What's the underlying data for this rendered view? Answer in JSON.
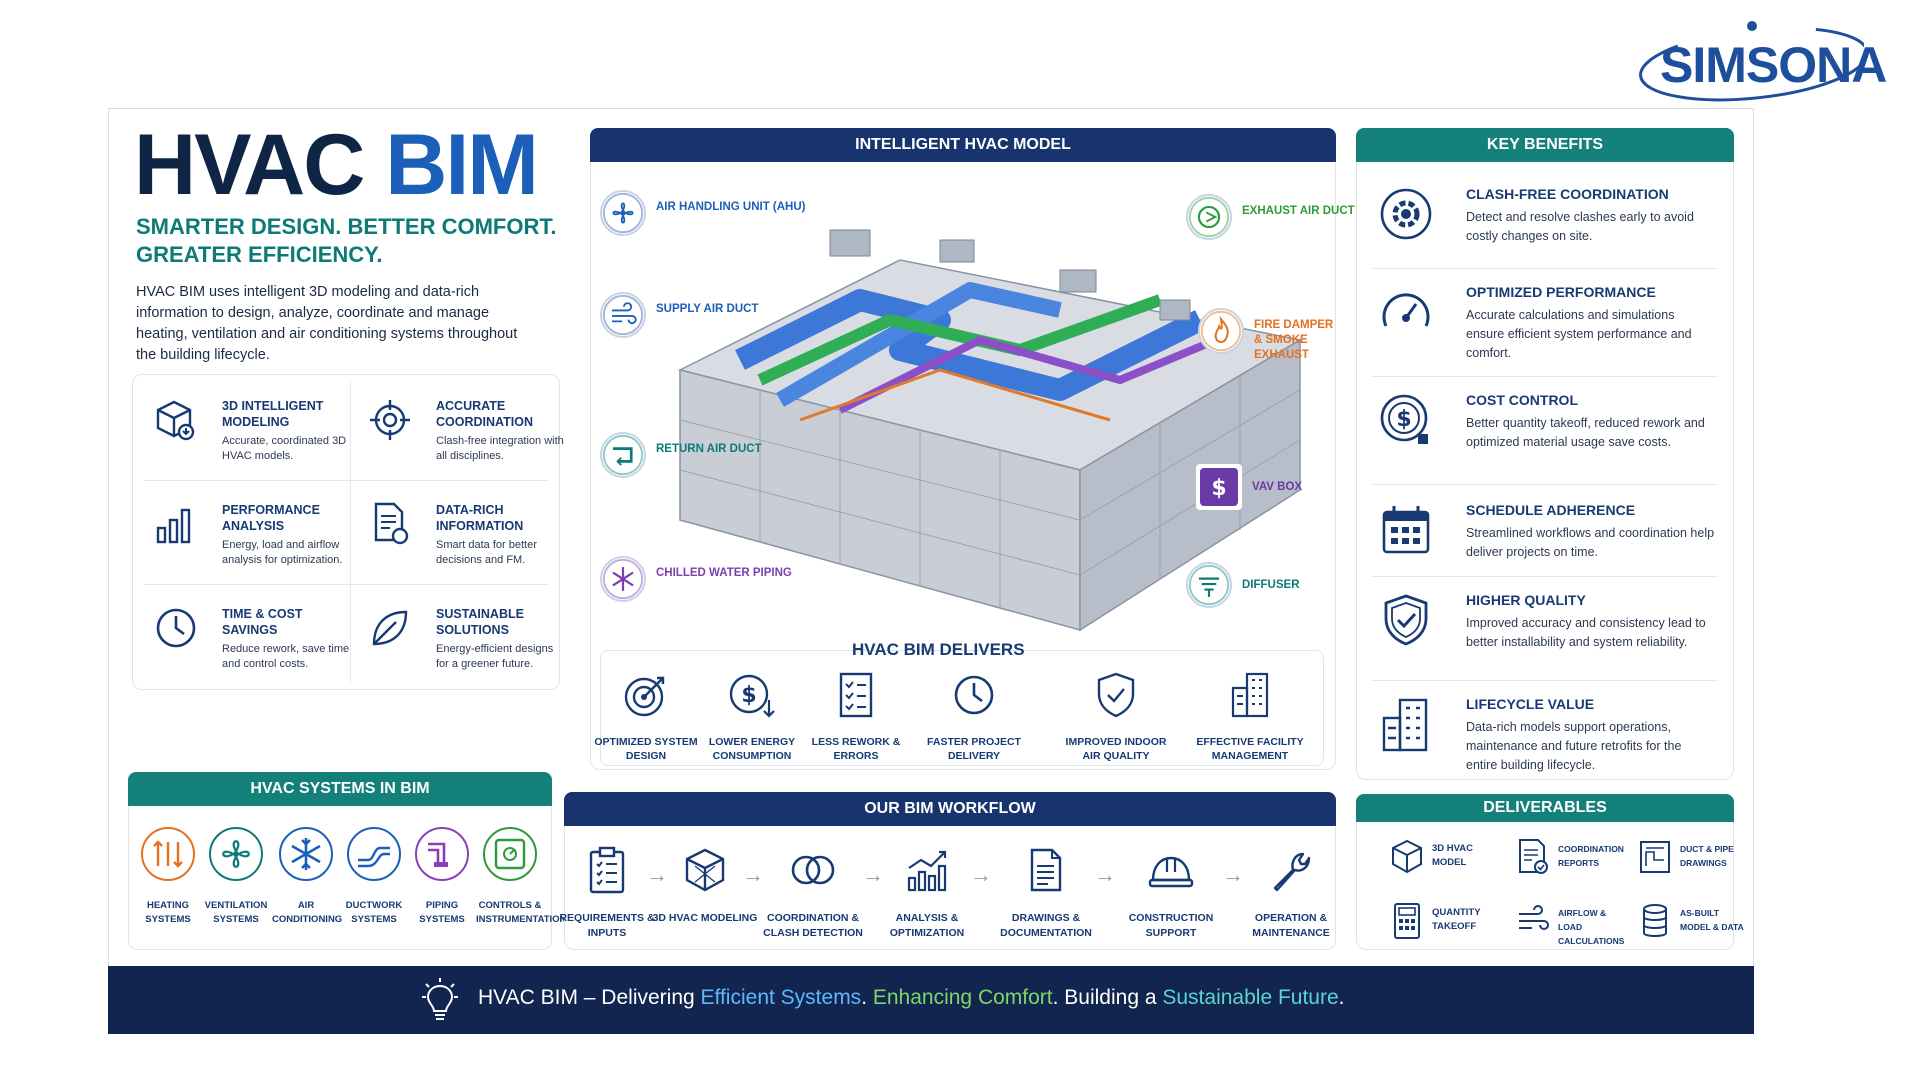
{
  "brand": {
    "logo_text": "SIMSONA"
  },
  "hero": {
    "title_part1": "HVAC",
    "title_part2": "BIM",
    "tagline_line1": "SMARTER DESIGN. BETTER COMFORT.",
    "tagline_line2": "GREATER EFFICIENCY.",
    "intro": "HVAC BIM uses intelligent 3D modeling and data-rich information to design, analyze, coordinate and manage heating, ventilation and air conditioning systems throughout the building lifecycle."
  },
  "features": [
    {
      "icon": "cube-icon",
      "title": "3D INTELLIGENT MODELING",
      "desc": "Accurate, coordinated 3D HVAC models."
    },
    {
      "icon": "target-icon",
      "title": "ACCURATE COORDINATION",
      "desc": "Clash-free integration with all disciplines."
    },
    {
      "icon": "bar-chart-icon",
      "title": "PERFORMANCE ANALYSIS",
      "desc": "Energy, load and airflow analysis for optimization."
    },
    {
      "icon": "document-icon",
      "title": "DATA-RICH INFORMATION",
      "desc": "Smart data for better decisions and FM."
    },
    {
      "icon": "clock-icon",
      "title": "TIME & COST SAVINGS",
      "desc": "Reduce rework, save time and control costs."
    },
    {
      "icon": "leaf-icon",
      "title": "SUSTAINABLE SOLUTIONS",
      "desc": "Energy-efficient designs for a greener future."
    }
  ],
  "model": {
    "header": "INTELLIGENT HVAC MODEL",
    "callouts": [
      {
        "icon": "fan-icon",
        "label": "AIR HANDLING UNIT (AHU)",
        "color": "#1b5fb8"
      },
      {
        "icon": "wind-icon",
        "label": "SUPPLY AIR DUCT",
        "color": "#1b5fb8"
      },
      {
        "icon": "return-air-icon",
        "label": "RETURN AIR DUCT",
        "color": "#0c7a76"
      },
      {
        "icon": "snowflake-icon",
        "label": "CHILLED WATER PIPING",
        "color": "#7b3fb0"
      },
      {
        "icon": "exhaust-icon",
        "label": "EXHAUST AIR DUCT",
        "color": "#2f9a3a"
      },
      {
        "icon": "flame-icon",
        "label": "FIRE DAMPER & SMOKE EXHAUST",
        "color": "#e4711f"
      },
      {
        "icon": "dollar-box-icon",
        "label": "VAV BOX",
        "color": "#6a3aa8"
      },
      {
        "icon": "diffuser-icon",
        "label": "DIFFUSER",
        "color": "#0c7a76"
      }
    ],
    "delivers_title": "HVAC BIM DELIVERS",
    "delivers": [
      {
        "icon": "target-icon",
        "label": "OPTIMIZED SYSTEM DESIGN"
      },
      {
        "icon": "dollar-down-icon",
        "label": "LOWER ENERGY CONSUMPTION"
      },
      {
        "icon": "checklist-icon",
        "label": "LESS REWORK & ERRORS"
      },
      {
        "icon": "clock-icon",
        "label": "FASTER PROJECT DELIVERY"
      },
      {
        "icon": "shield-icon",
        "label": "IMPROVED INDOOR AIR QUALITY"
      },
      {
        "icon": "building-icon",
        "label": "EFFECTIVE FACILITY MANAGEMENT"
      }
    ]
  },
  "benefits": {
    "header": "KEY BENEFITS",
    "items": [
      {
        "icon": "gear-icon",
        "title": "CLASH-FREE COORDINATION",
        "desc": "Detect and resolve clashes early to avoid costly changes on site."
      },
      {
        "icon": "gauge-icon",
        "title": "OPTIMIZED PERFORMANCE",
        "desc": "Accurate calculations and simulations ensure efficient system performance and comfort."
      },
      {
        "icon": "dollar-icon",
        "title": "COST CONTROL",
        "desc": "Better quantity takeoff, reduced rework and optimized material usage save costs."
      },
      {
        "icon": "calendar-icon",
        "title": "SCHEDULE ADHERENCE",
        "desc": "Streamlined workflows and coordination help deliver projects on time."
      },
      {
        "icon": "shield-check-icon",
        "title": "HIGHER QUALITY",
        "desc": "Improved accuracy and consistency lead to better installability and system reliability."
      },
      {
        "icon": "building-icon",
        "title": "LIFECYCLE VALUE",
        "desc": "Data-rich models support operations, maintenance and future retrofits for the entire building lifecycle."
      }
    ]
  },
  "systems": {
    "header": "HVAC SYSTEMS IN BIM",
    "items": [
      {
        "icon": "heating-icon",
        "label": "HEATING SYSTEMS",
        "color": "#e4711f"
      },
      {
        "icon": "fan-icon",
        "label": "VENTILATION SYSTEMS",
        "color": "#0c7a76"
      },
      {
        "icon": "snowflake-icon",
        "label": "AIR CONDITIONING",
        "color": "#1b5fb8"
      },
      {
        "icon": "duct-icon",
        "label": "DUCTWORK SYSTEMS",
        "color": "#1b5fb8"
      },
      {
        "icon": "pipe-icon",
        "label": "PIPING SYSTEMS",
        "color": "#8a3fb8"
      },
      {
        "icon": "controls-icon",
        "label": "CONTROLS & INSTRUMENTATION",
        "color": "#2f9a3a"
      }
    ]
  },
  "workflow": {
    "header": "OUR BIM WORKFLOW",
    "steps": [
      {
        "icon": "clipboard-icon",
        "label": "REQUIREMENTS & INPUTS"
      },
      {
        "icon": "cube-icon",
        "label": "3D HVAC MODELING"
      },
      {
        "icon": "rings-icon",
        "label": "COORDINATION & CLASH DETECTION"
      },
      {
        "icon": "chart-up-icon",
        "label": "ANALYSIS & OPTIMIZATION"
      },
      {
        "icon": "document-icon",
        "label": "DRAWINGS & DOCUMENTATION"
      },
      {
        "icon": "hardhat-icon",
        "label": "CONSTRUCTION SUPPORT"
      },
      {
        "icon": "wrench-icon",
        "label": "OPERATION & MAINTENANCE"
      }
    ]
  },
  "deliverables": {
    "header": "DELIVERABLES",
    "items": [
      {
        "icon": "cube-icon",
        "label": "3D HVAC MODEL"
      },
      {
        "icon": "report-icon",
        "label": "COORDINATION REPORTS"
      },
      {
        "icon": "drawing-icon",
        "label": "DUCT & PIPE DRAWINGS"
      },
      {
        "icon": "calculator-icon",
        "label": "QUANTITY TAKEOFF"
      },
      {
        "icon": "airflow-icon",
        "label": "AIRFLOW & LOAD CALCULATIONS"
      },
      {
        "icon": "database-icon",
        "label": "AS-BUILT MODEL & DATA"
      }
    ]
  },
  "footer": {
    "prefix": "HVAC BIM – Delivering ",
    "hl1": "Efficient Systems",
    "mid1": ". ",
    "hl2": "Enhancing Comfort",
    "mid2": ".  Building a ",
    "hl3": "Sustainable Future",
    "end": "."
  }
}
